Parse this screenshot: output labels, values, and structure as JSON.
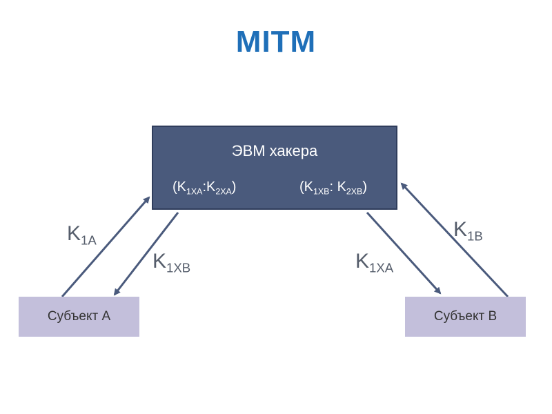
{
  "title": "MITM",
  "hacker": {
    "title": "ЭВМ хакера",
    "key_pair_a": {
      "k1": "K",
      "k1_sub": "1XA",
      "sep": ":",
      "k2": "K",
      "k2_sub": "2XA"
    },
    "key_pair_b": {
      "k1": "K",
      "k1_sub": "1XB",
      "sep": ":",
      "k2": "K",
      "k2_sub": "2XB"
    }
  },
  "subjects": {
    "a": "Субъект А",
    "b": "Субъект В"
  },
  "arrows": {
    "a_to_hacker": {
      "label": "K",
      "sub": "1A"
    },
    "hacker_to_a": {
      "label": "K",
      "sub": "1XB"
    },
    "hacker_to_b": {
      "label": "K",
      "sub": "1XA"
    },
    "b_to_hacker": {
      "label": "K",
      "sub": "1B"
    }
  },
  "colors": {
    "title": "#1f6fb8",
    "hacker_box": "#4a5a7c",
    "subject_box": "#c3bfdb",
    "arrow": "#4a5a7c"
  }
}
